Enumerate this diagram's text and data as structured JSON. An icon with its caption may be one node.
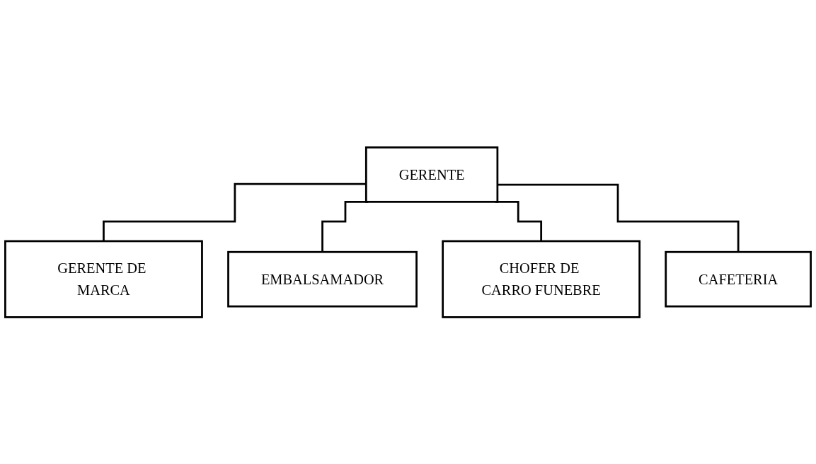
{
  "diagram": {
    "nodes": [
      {
        "text": [
          "GERENTE"
        ]
      },
      {
        "text": [
          "GERENTE DE MARCA"
        ]
      },
      {
        "text": [
          "EMBALSAMADOR"
        ]
      },
      {
        "text": [
          "CHOFER DE CARRO FUNEBRE"
        ]
      },
      {
        "text": [
          "CAFETERIA"
        ]
      }
    ],
    "edges": [
      {
        "from": 0,
        "to": 1,
        "arrow": "none"
      },
      {
        "from": 0,
        "to": 2,
        "arrow": "none"
      },
      {
        "from": 0,
        "to": 3,
        "arrow": "none"
      },
      {
        "from": 0,
        "to": 4,
        "arrow": "none"
      }
    ]
  }
}
